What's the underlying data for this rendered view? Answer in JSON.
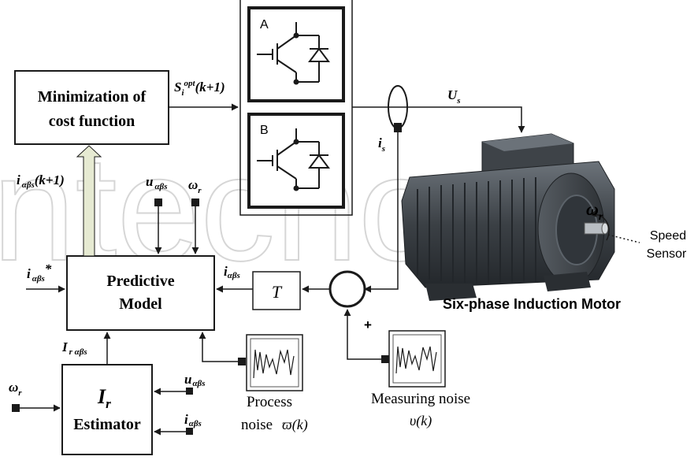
{
  "blocks": {
    "minimization_line1": "Minimization of",
    "minimization_line2": "cost function",
    "predictive_line1": "Predictive",
    "predictive_line2": "Model",
    "estimator_symbol": "I",
    "estimator_symbol_sub": "r",
    "estimator_label": "Estimator",
    "transform": "T"
  },
  "inverter": {
    "leg_a": "A",
    "leg_b": "B"
  },
  "signals": {
    "s_opt_main": "S",
    "s_opt_sub": "i",
    "s_opt_sup": "opt",
    "s_opt_tail": "(k+1)",
    "us_main": "U",
    "us_sub": "s",
    "is_main": "i",
    "is_sub": "s",
    "iab_pred_main": "i",
    "iab_pred_sub": "αβs",
    "iab_pred_tail": "(k+1)",
    "u_ab_main": "u",
    "u_ab_sub": "αβs",
    "omega_main": "ω",
    "omega_sub": "r",
    "iab_ref_main": "i",
    "iab_ref_sub": "αβs",
    "iab_ref_sup": "*",
    "iab_T_main": "i",
    "iab_T_sub": "αβs",
    "ir_main": "I",
    "ir_sub": "r αβs",
    "plus": "+"
  },
  "noise": {
    "process_line1": "Process",
    "process_line2": "noise",
    "process_symbol": "ϖ(k)",
    "measuring_line1": "Measuring noise",
    "measuring_symbol": "υ(k)"
  },
  "motor": {
    "title": "Six-phase Induction Motor",
    "speed_line1": "Speed",
    "speed_line2": "Sensor"
  },
  "watermark": "ntechope",
  "colors": {
    "line": "#1a1a1a",
    "arrow_fill": "#e6ead2",
    "motor_dark": "#2b2f33",
    "motor_mid": "#4a4f55",
    "motor_light": "#8a9097"
  }
}
